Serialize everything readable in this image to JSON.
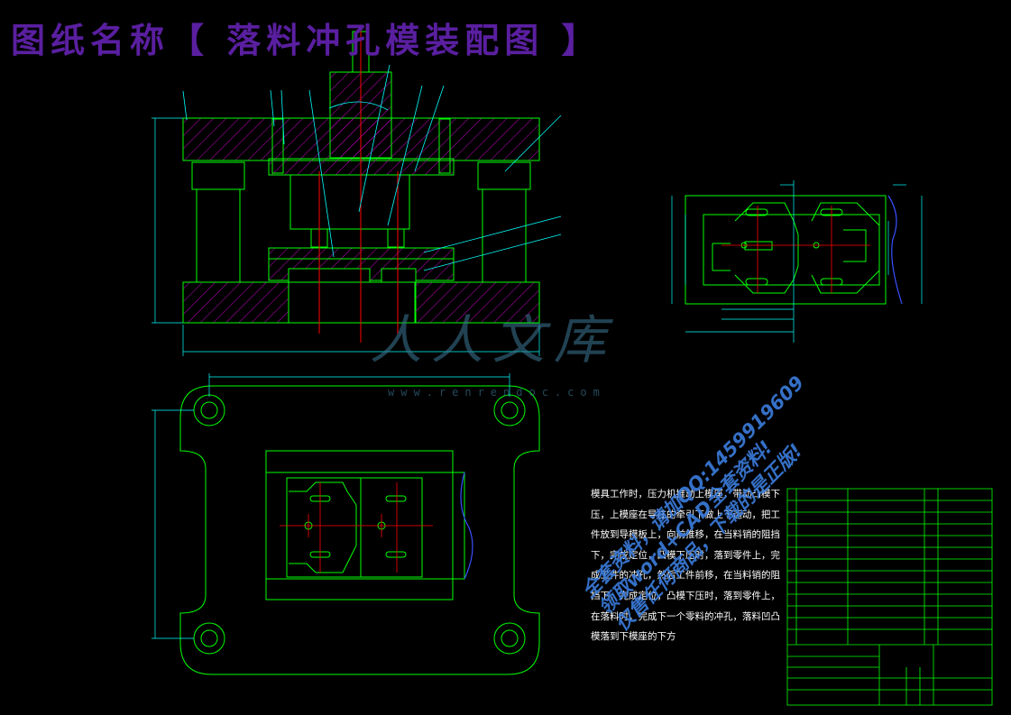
{
  "title": "图纸名称【 落料冲孔模装配图 】",
  "description": "模具工作时，压力机推动上模座，带动凸模下压，上模座在导柱的牵引下做上下运动，把工件放到导模板上，向前推移，在当料销的阻挡下，完成定位，凸模下压时，落到零件上，完成工件的冲孔，然后工件前移，在当料销的阻挡下，完成定位，凸模下压时，落到零件上，在落料时，完成下一个零料的冲孔，落料凹凸模落到下模座的下方",
  "watermark": {
    "logo": "人人文库",
    "url": "www.renrendoc.com"
  },
  "promo": [
    "全套资料，请加QQ:1459919609",
    "领取word+CAD全套资料!",
    "仅售任何商品，下载的是正版!"
  ],
  "colors": {
    "background": "#000000",
    "outline": "#00ff00",
    "hatch": "#ff00ff",
    "centerline": "#ff0000",
    "dimension": "#00ffff",
    "title": "#5a1fa0"
  }
}
